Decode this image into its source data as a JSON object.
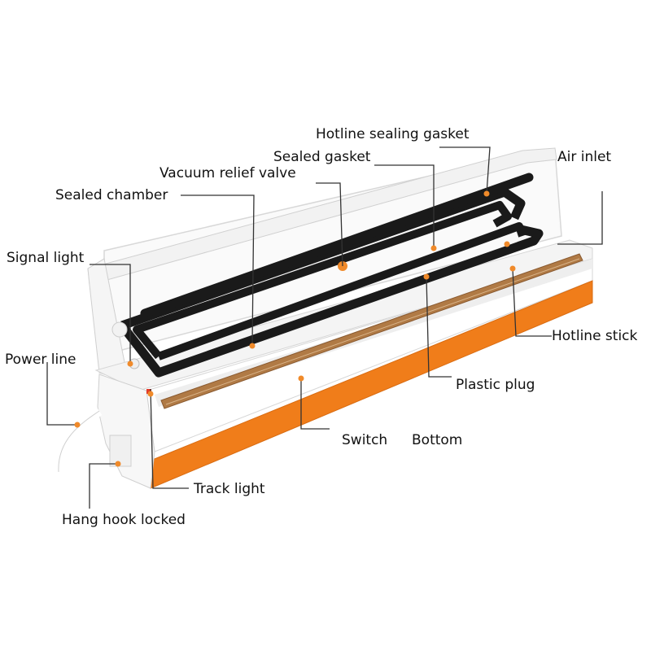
{
  "labels": {
    "hotline_sealing_gasket": "Hotline sealing gasket",
    "sealed_gasket": "Sealed gasket",
    "air_inlet": "Air inlet",
    "vacuum_relief_valve": "Vacuum relief valve",
    "sealed_chamber": "Sealed chamber",
    "signal_light": "Signal light",
    "power_line": "Power line",
    "hotline_stick": "Hotline stick",
    "plastic_plug": "Plastic plug",
    "switch": "Switch",
    "bottom": "Bottom",
    "track_light": "Track light",
    "hang_hook_locked": "Hang hook locked"
  },
  "colors": {
    "body": "#ffffff",
    "accent": "#f07d1a",
    "gasket": "#1a1a1a",
    "hotline": "#b07a45",
    "leader": "#333333",
    "marker": "#f08a2a"
  }
}
